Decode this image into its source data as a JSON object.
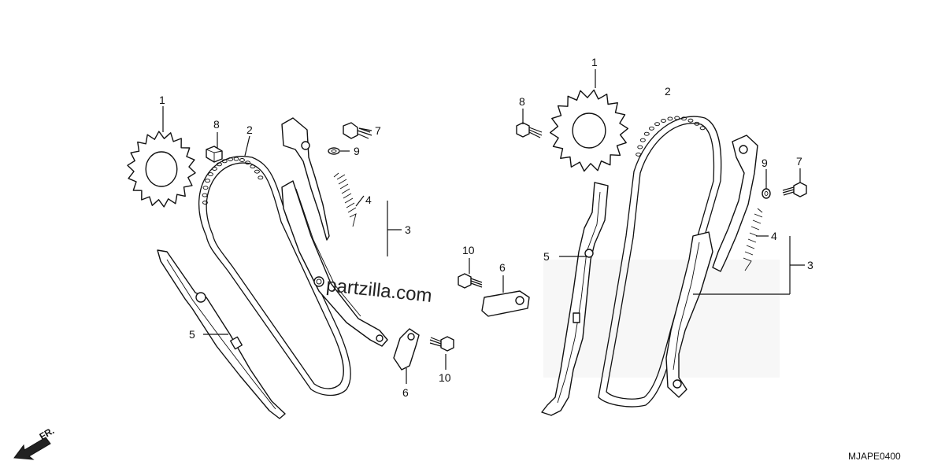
{
  "diagram": {
    "code": "MJAPE0400",
    "direction_label": "FR.",
    "watermark": "partzilla.com",
    "callouts": {
      "left_1": "1",
      "left_2": "2",
      "left_3": "3",
      "left_4": "4",
      "left_5": "5",
      "left_7": "7",
      "left_8": "8",
      "left_9": "9",
      "mid_6a": "6",
      "mid_6b": "6",
      "mid_10a": "10",
      "mid_10b": "10",
      "right_1": "1",
      "right_2": "2",
      "right_3": "3",
      "right_4": "4",
      "right_5": "5",
      "right_7": "7",
      "right_8": "8",
      "right_9": "9"
    }
  }
}
